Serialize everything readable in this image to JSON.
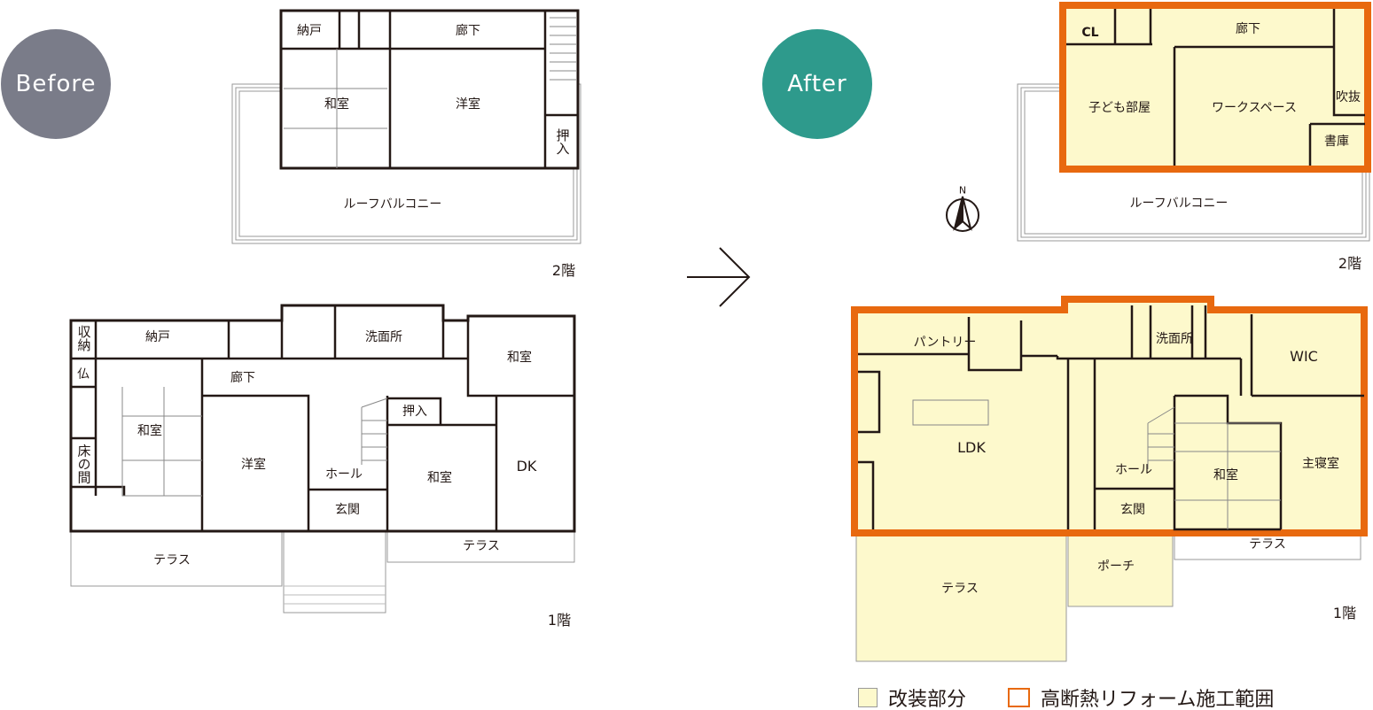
{
  "colors": {
    "before_badge": "#7a7c89",
    "after_badge": "#2e9a8c",
    "renovated_fill": "#fdf9cc",
    "insulation_border": "#e8690f",
    "wall": "#231815"
  },
  "badges": {
    "before": "Before",
    "after": "After"
  },
  "before": {
    "floor2": {
      "label": "2階",
      "rooms": [
        "納戸",
        "廊下",
        "和室",
        "洋室",
        "押入",
        "ルーフバルコニー"
      ]
    },
    "floor1": {
      "label": "1階",
      "rooms": [
        "収納",
        "納戸",
        "洗面所",
        "和室",
        "仏",
        "廊下",
        "和室",
        "押入",
        "洋室",
        "床の間",
        "ホール",
        "和室",
        "DK",
        "玄関",
        "テラス",
        "テラス"
      ]
    }
  },
  "after": {
    "compass": "N",
    "floor2": {
      "label": "2階",
      "rooms": [
        "CL",
        "廊下",
        "子ども部屋",
        "ワークスペース",
        "吹抜",
        "書庫",
        "ルーフバルコニー"
      ]
    },
    "floor1": {
      "label": "1階",
      "rooms": [
        "パントリー",
        "洗面所",
        "WIC",
        "LDK",
        "ホール",
        "和室",
        "主寝室",
        "玄関",
        "テラス",
        "ポーチ",
        "テラス"
      ]
    }
  },
  "legend": [
    {
      "label": "改装部分",
      "icon": "yellow-square"
    },
    {
      "label": "高断熱リフォーム施工範囲",
      "icon": "orange-outline-square"
    }
  ]
}
